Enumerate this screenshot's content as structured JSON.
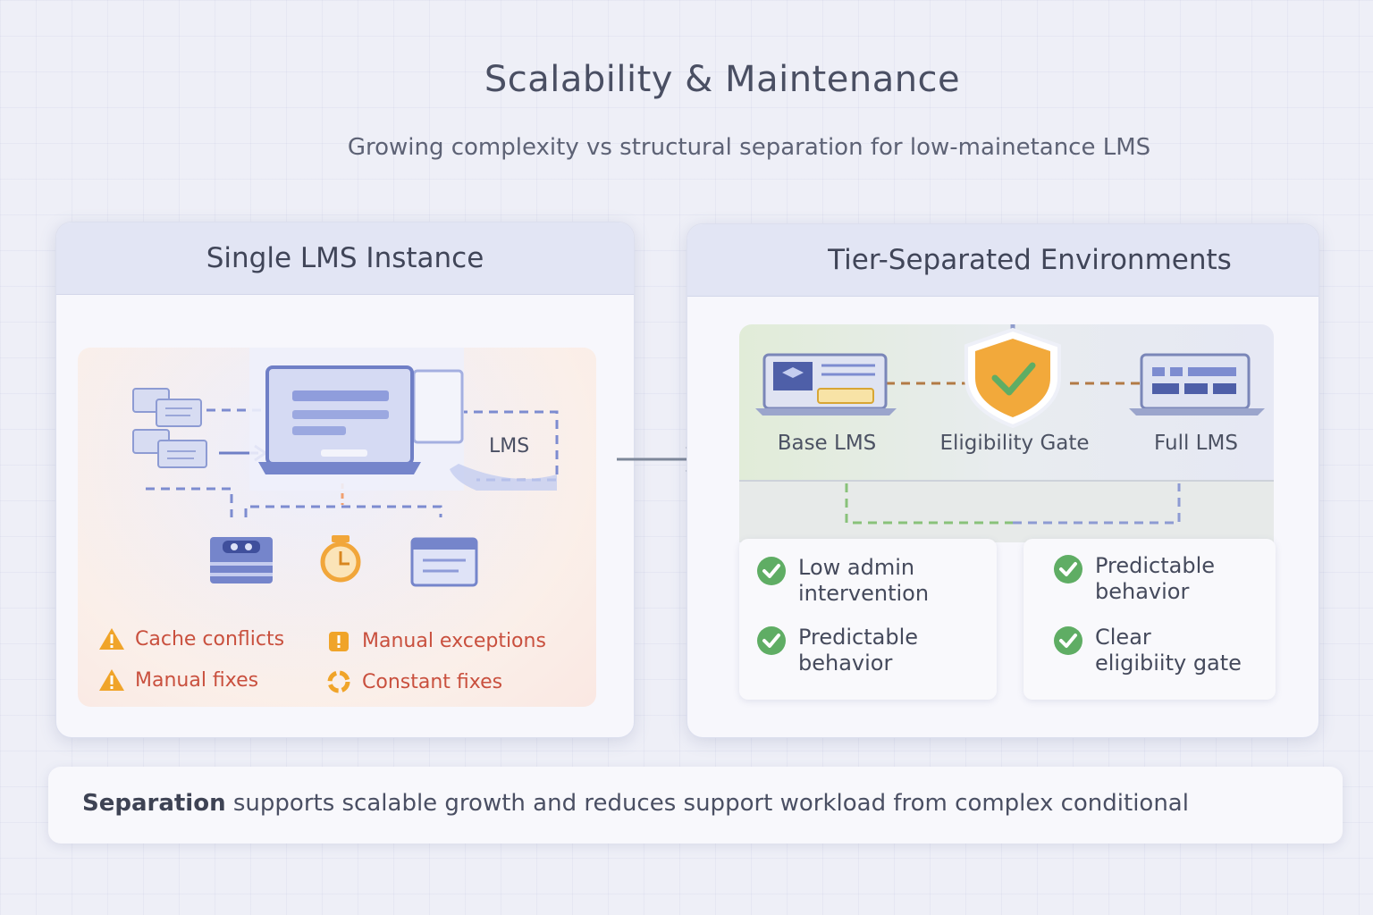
{
  "header": {
    "title": "Scalability & Maintenance",
    "subtitle": "Growing complexity vs structural separation for low-mainetance LMS"
  },
  "left_panel": {
    "title": "Single LMS Instance",
    "lms_label": "LMS",
    "issues": [
      {
        "label": "Cache conflicts",
        "icon": "warning-icon"
      },
      {
        "label": "Manual exceptions",
        "icon": "lock-warning-icon"
      },
      {
        "label": "Manual fixes",
        "icon": "warning-icon"
      },
      {
        "label": "Constant fixes",
        "icon": "cycle-icon"
      }
    ]
  },
  "right_panel": {
    "title": "Tier-Separated Environments",
    "nodes": [
      {
        "label": "Base LMS",
        "icon": "laptop-icon"
      },
      {
        "label": "Eligibility Gate",
        "icon": "shield-check-icon"
      },
      {
        "label": "Full LMS",
        "icon": "laptop-icon"
      }
    ],
    "benefits": [
      {
        "text": "Low admin\nintervention"
      },
      {
        "text": "Predictable\nbehavior"
      },
      {
        "text": "Predictable\nbehavior"
      },
      {
        "text": "Clear\neligibiity gate"
      }
    ]
  },
  "footer": {
    "emphasis": "Separation",
    "text": " supports scalable growth and reduces support workload from complex conditional"
  },
  "colors": {
    "accent_blue": "#6f7fc6",
    "warning_orange": "#f0a429",
    "issue_red": "#c9503e",
    "check_green": "#5fad64",
    "gate_orange": "#f2a93b"
  }
}
